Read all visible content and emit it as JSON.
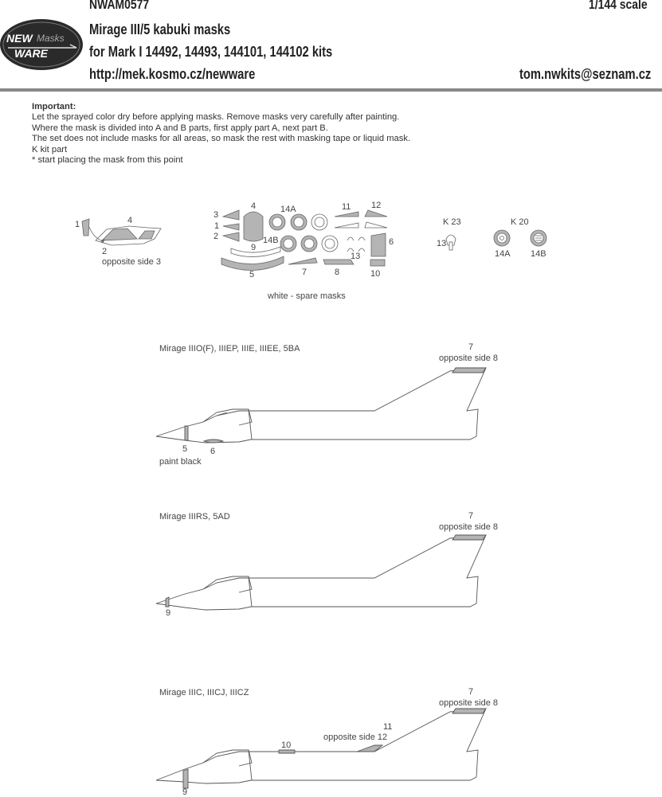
{
  "header": {
    "code": "NWAM0577",
    "scale": "1/144 scale",
    "title": "Mirage III/5 kabuki masks",
    "subtitle": "for Mark I 14492, 14493, 144101, 144102 kits",
    "url": "http://mek.kosmo.cz/newware",
    "email": "tom.nwkits@seznam.cz",
    "logo_text": [
      "NEW",
      "Masks",
      "WARE"
    ]
  },
  "notes": {
    "title": "Important:",
    "lines": [
      "Let the sprayed color dry before applying masks. Remove masks very carefully after painting.",
      "Where the mask is divided into A and B parts, first apply part A, next part B.",
      "The set does not include masks for all areas, so mask the rest with masking tape or liquid mask.",
      "K kit part",
      "*  start placing the mask from this point"
    ]
  },
  "sheet": {
    "canopy_labels": {
      "l1": "1",
      "l4": "4",
      "l2": "2",
      "opp": "opposite side 3"
    },
    "mask_labels": {
      "m3": "3",
      "m1": "1",
      "m2": "2",
      "m4": "4",
      "m14a": "14A",
      "m14b": "14B",
      "m9": "9",
      "m11": "11",
      "m12": "12",
      "m6": "6",
      "m13": "13",
      "m5": "5",
      "m7": "7",
      "m8": "8",
      "m10": "10"
    },
    "kit_labels": {
      "k23": "K 23",
      "k20": "K 20",
      "k13": "13",
      "k14a": "14A",
      "k14b": "14B"
    },
    "spare_note": "white - spare masks"
  },
  "aircraft": [
    {
      "caption": "Mirage IIIO(F), IIIEP, IIIE, IIIEE, 5BA",
      "fin_num": "7",
      "fin_note": "opposite side 8",
      "l1": "5",
      "l2": "6",
      "l3": "paint black"
    },
    {
      "caption": "Mirage IIIRS, 5AD",
      "fin_num": "7",
      "fin_note": "opposite side 8",
      "l1": "9"
    },
    {
      "caption": "Mirage IIIC, IIICJ, IIICZ",
      "fin_num": "7",
      "fin_note": "opposite side 8",
      "l1": "9",
      "l2": "10",
      "l3": "11",
      "l4": "opposite side 12"
    }
  ],
  "colors": {
    "mask_grey": "#b4b4b4",
    "line": "#555555",
    "rule": "#888888",
    "logo_bg": "#2a2a2a"
  }
}
